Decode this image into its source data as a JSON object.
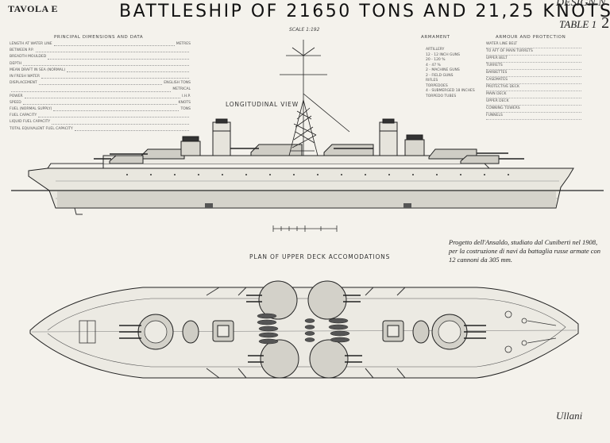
{
  "header": {
    "tavola": "TAVOLA E",
    "title": "BATTLESHIP OF 21650 TONS AND 21,25 KNOTS",
    "design_label": "DESIGN N",
    "table_label": "TABLE 1",
    "table_number": "2",
    "scale": "SCALE 1:192"
  },
  "labels": {
    "longitudinal_view": "LONGITUDINAL   VIEW",
    "plan": "PLAN  OF  UPPER  DECK  ACCOMODATIONS"
  },
  "caption": "Progetto dell'Ansaldo, studiato dal Cuniberti nel 1908, per la costruzione di navi da battaglia russe armate con 12 cannoni da 305 mm.",
  "signature": "Ullani",
  "principal_dimensions": {
    "title": "PRINCIPAL DIMENSIONS AND DATA",
    "rows": [
      {
        "label": "LENGTH AT WATER LINE",
        "unit": "METRES"
      },
      {
        "label": "BETWEEN P.P.",
        "unit": ""
      },
      {
        "label": "BREADTH MOULDED",
        "unit": ""
      },
      {
        "label": "DEPTH",
        "unit": ""
      },
      {
        "label": "MEAN DRAFT IN SEA (NORMAL)",
        "unit": ""
      },
      {
        "label": "IN FRESH WATER",
        "unit": ""
      },
      {
        "label": "DISPLACEMENT",
        "unit": "ENGLISH TONS"
      },
      {
        "label": "",
        "unit": "METRICAL"
      },
      {
        "label": "POWER",
        "unit": "I.H.P."
      },
      {
        "label": "SPEED",
        "unit": "KNOTS"
      },
      {
        "label": "FUEL (NORMAL SUPPLY)",
        "unit": "TONS"
      },
      {
        "label": "FUEL CAPACITY",
        "unit": ""
      },
      {
        "label": "LIQUID FUEL CAPACITY",
        "unit": ""
      },
      {
        "label": "TOTAL EQUIVALENT FUEL CAPACITY",
        "unit": ""
      }
    ]
  },
  "armament": {
    "title": "ARMAMENT",
    "rows": [
      "ARTILLERY",
      "12 - 12 INCH GUNS",
      "20 - 120 %",
      "4 - 47 %",
      "2 - MACHINE GUNS",
      "2 - FIELD GUNS",
      "RIFLES",
      "TORPEDOES",
      "4 - SUBMERGED 18 INCHES TORPEDO TUBES"
    ]
  },
  "armor": {
    "title": "ARMOUR AND PROTECTION",
    "rows": [
      "WATER LINE BELT",
      "TO AFT OF MAIN TURRETS",
      "UPPER BELT",
      "TURRETS",
      "BARBETTES",
      "CASEMATES",
      "PROTECTIVE DECK",
      "MAIN DECK",
      "UPPER DECK",
      "CONNING TOWERS",
      "FUNNELS"
    ]
  },
  "colors": {
    "paper": "#f4f2ec",
    "ink": "#222222",
    "shading": "#bdbdb6"
  }
}
